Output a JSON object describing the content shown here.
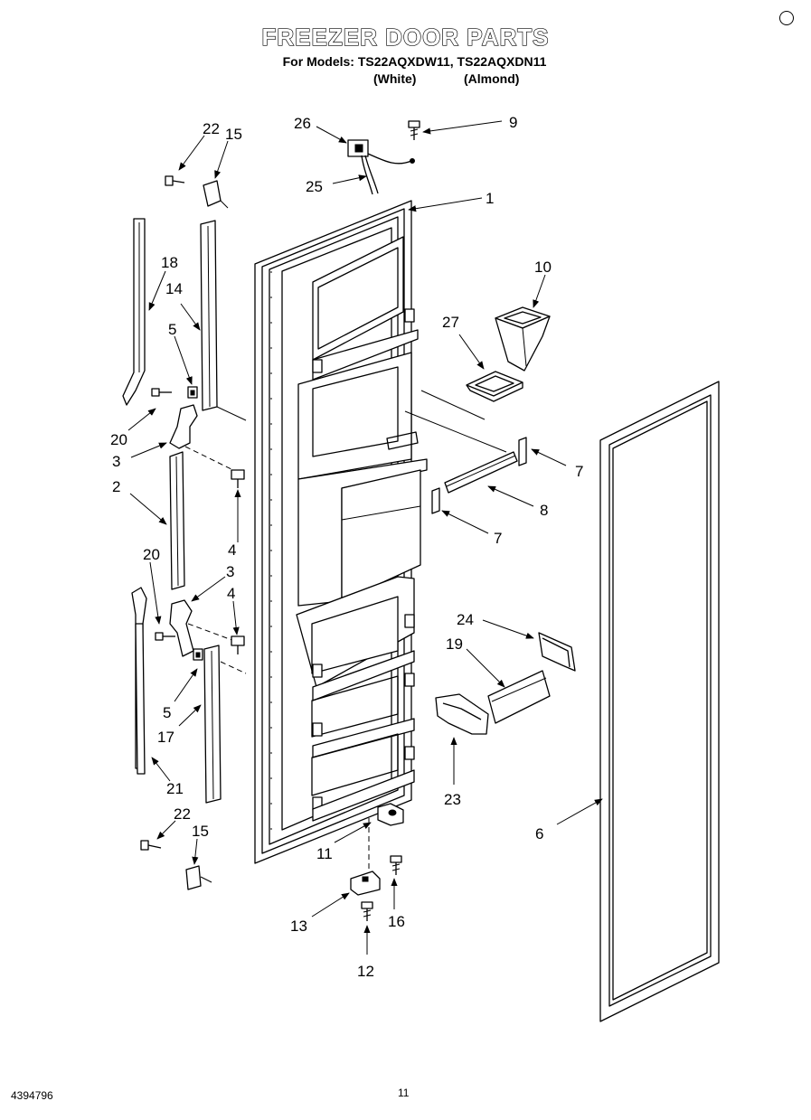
{
  "header": {
    "title": "FREEZER DOOR PARTS",
    "models_line": "For Models: TS22AQXDW11, TS22AQXDN11",
    "variants": [
      "(White)",
      "(Almond)"
    ]
  },
  "footer": {
    "document_number": "4394796",
    "page_number": "11"
  },
  "callouts": [
    "22",
    "15",
    "26",
    "9",
    "25",
    "1",
    "18",
    "14",
    "5",
    "10",
    "27",
    "20",
    "3",
    "7",
    "2",
    "8",
    "7",
    "4",
    "20",
    "3",
    "4",
    "24",
    "19",
    "5",
    "17",
    "23",
    "21",
    "22",
    "15",
    "6",
    "11",
    "13",
    "16",
    "12"
  ]
}
